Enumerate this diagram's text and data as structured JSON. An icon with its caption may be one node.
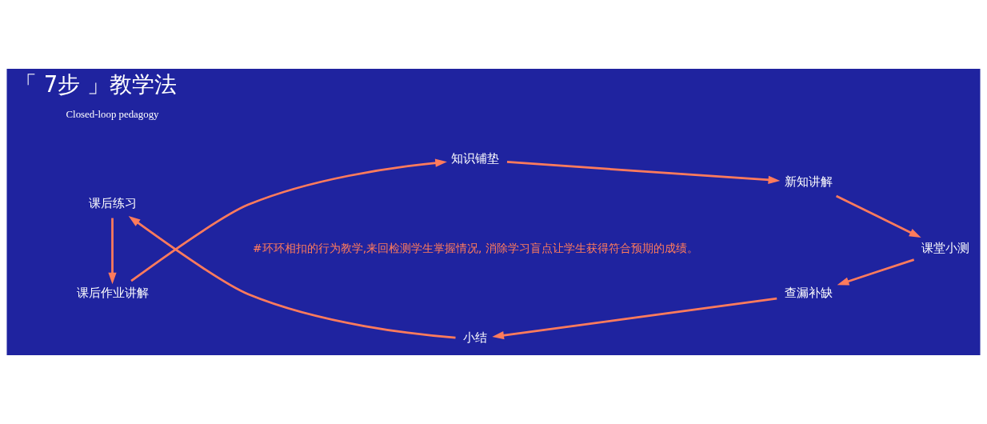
{
  "diagram": {
    "title": "「 7步 」教学法",
    "nodes": [
      {
        "text": [
          "课后作业讲解"
        ]
      },
      {
        "text": [
          "知识铺垫"
        ]
      },
      {
        "text": [
          "新知讲解"
        ]
      },
      {
        "text": [
          "课堂小测"
        ]
      },
      {
        "text": [
          "查漏补缺"
        ]
      },
      {
        "text": [
          "小结"
        ]
      },
      {
        "text": [
          "课后练习"
        ]
      }
    ],
    "edges": [
      {
        "from": 0,
        "to": 1,
        "arrow": "to"
      },
      {
        "from": 1,
        "to": 2,
        "arrow": "to"
      },
      {
        "from": 2,
        "to": 3,
        "arrow": "to"
      },
      {
        "from": 3,
        "to": 4,
        "arrow": "to"
      },
      {
        "from": 4,
        "to": 5,
        "arrow": "to"
      },
      {
        "from": 5,
        "to": 6,
        "arrow": "to"
      },
      {
        "from": 6,
        "to": 0,
        "arrow": "to"
      }
    ],
    "labels": [
      "Closed-loop pedagogy",
      "#环环相扣的行为教学,来回检测学生掌握情况, 消除学习盲点让学生获得符合预期的成绩。"
    ]
  }
}
